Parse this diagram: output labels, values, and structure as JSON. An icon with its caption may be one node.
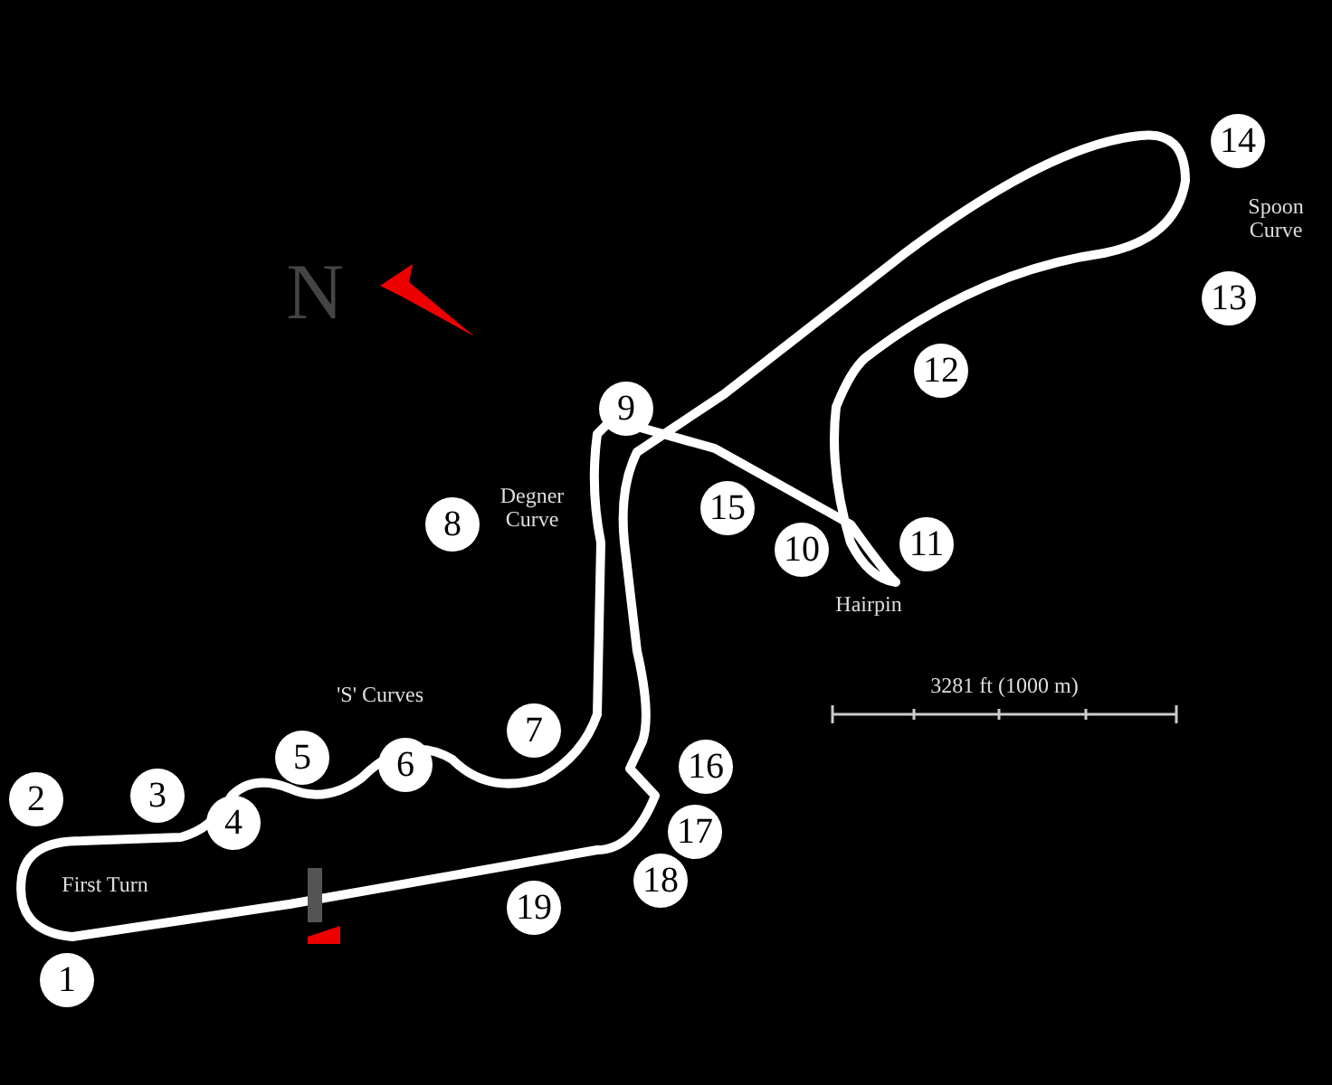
{
  "diagram": {
    "nodes": [
      {
        "text": [
          "1"
        ]
      },
      {
        "text": [
          "2"
        ]
      },
      {
        "text": [
          "3"
        ]
      },
      {
        "text": [
          "4"
        ]
      },
      {
        "text": [
          "5"
        ]
      },
      {
        "text": [
          "6"
        ]
      },
      {
        "text": [
          "7"
        ]
      },
      {
        "text": [
          "8"
        ]
      },
      {
        "text": [
          "9"
        ]
      },
      {
        "text": [
          "10"
        ]
      },
      {
        "text": [
          "11"
        ]
      },
      {
        "text": [
          "12"
        ]
      },
      {
        "text": [
          "13"
        ]
      },
      {
        "text": [
          "14"
        ]
      },
      {
        "text": [
          "15"
        ]
      },
      {
        "text": [
          "16"
        ]
      },
      {
        "text": [
          "17"
        ]
      },
      {
        "text": [
          "18"
        ]
      },
      {
        "text": [
          "19"
        ]
      }
    ],
    "edges": [],
    "labels": [
      "N",
      "Spoon Curve",
      "Degner Curve",
      "Hairpin",
      "'S' Curves",
      "3281 ft (1000 m)",
      "First Turn"
    ]
  }
}
